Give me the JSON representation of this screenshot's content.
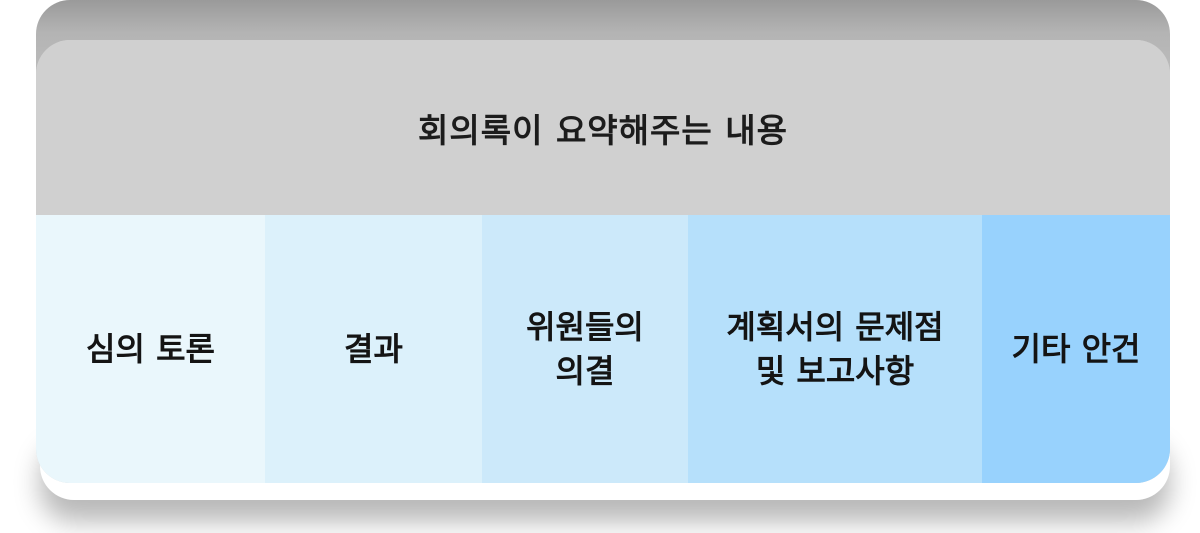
{
  "diagram": {
    "title": "회의록이 요약해주는 내용",
    "items": [
      {
        "label": "심의 토론",
        "color": "#eaf7fc"
      },
      {
        "label": "결과",
        "color": "#dcf1fb"
      },
      {
        "label": "위원들의\n의결",
        "color": "#cce9fa"
      },
      {
        "label": "계획서의 문제점\n및 보고사항",
        "color": "#b6e0fb"
      },
      {
        "label": "기타 안건",
        "color": "#98d2fd"
      }
    ],
    "header_color": "#d0d0d0"
  }
}
